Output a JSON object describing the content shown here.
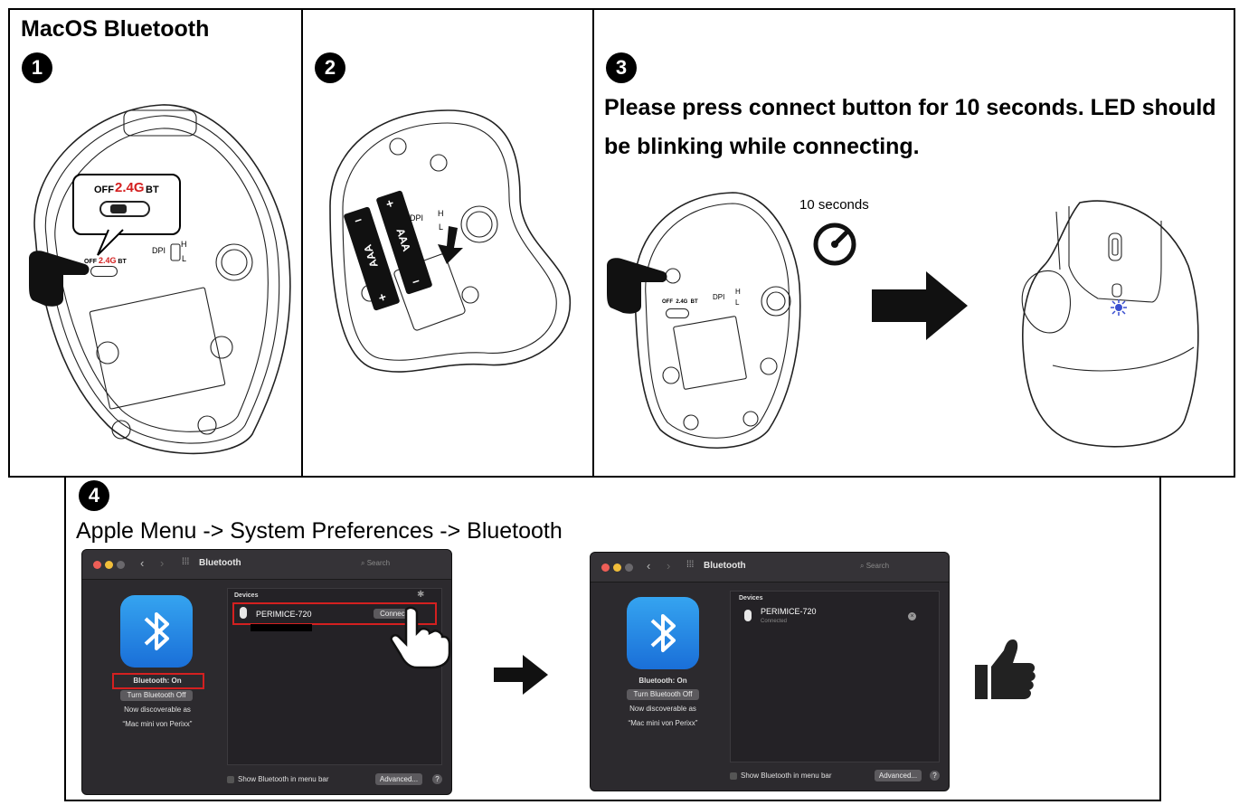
{
  "header": {
    "title": "MacOS Bluetooth"
  },
  "steps": {
    "s1": "1",
    "s2": "2",
    "s3": "3",
    "s4": "4"
  },
  "step1": {
    "switch_off": "OFF",
    "switch_24g": "2.4G",
    "switch_bt": "BT",
    "dpi": "DPI",
    "dpi_h": "H",
    "dpi_l": "L"
  },
  "step2": {
    "battery_label": "AAA",
    "plus": "+",
    "minus": "–",
    "dpi": "DPI",
    "dpi_h": "H",
    "dpi_l": "L"
  },
  "step3": {
    "instruction_line1": "Please press connect button for 10 seconds. LED should",
    "instruction_line2": "be blinking while connecting.",
    "timer_label": "10 seconds",
    "switch_text": "OFF  2.4G  BT",
    "dpi": "DPI",
    "dpi_h": "H",
    "dpi_l": "L"
  },
  "step4": {
    "path": "Apple Menu -> System Preferences -> Bluetooth"
  },
  "window_before": {
    "title": "Bluetooth",
    "search": "Search",
    "devices_header": "Devices",
    "device_name": "PERIMICE-720",
    "connect_button": "Connect",
    "status": "Bluetooth: On",
    "turn_off_button": "Turn Bluetooth Off",
    "discoverable": "Now discoverable as",
    "computer_name": "“Mac mini von Perixx”",
    "show_in_menu": "Show Bluetooth in menu bar",
    "advanced_button": "Advanced...",
    "help": "?"
  },
  "window_after": {
    "title": "Bluetooth",
    "search": "Search",
    "devices_header": "Devices",
    "device_name": "PERIMICE-720",
    "device_status": "Connected",
    "status": "Bluetooth: On",
    "turn_off_button": "Turn Bluetooth Off",
    "discoverable": "Now discoverable as",
    "computer_name": "“Mac mini von Perixx”",
    "show_in_menu": "Show Bluetooth in menu bar",
    "advanced_button": "Advanced...",
    "help": "?"
  },
  "colors": {
    "accent_red": "#d42020",
    "bt_blue": "#2a8fe8",
    "led_blue": "#3a4fd0",
    "window_bg": "#2c2a2e"
  },
  "icons": [
    "pointing-hand-icon",
    "stopwatch-icon",
    "arrow-right-icon",
    "tap-hand-icon",
    "thumbs-up-icon",
    "bluetooth-icon",
    "blink-led-icon"
  ]
}
